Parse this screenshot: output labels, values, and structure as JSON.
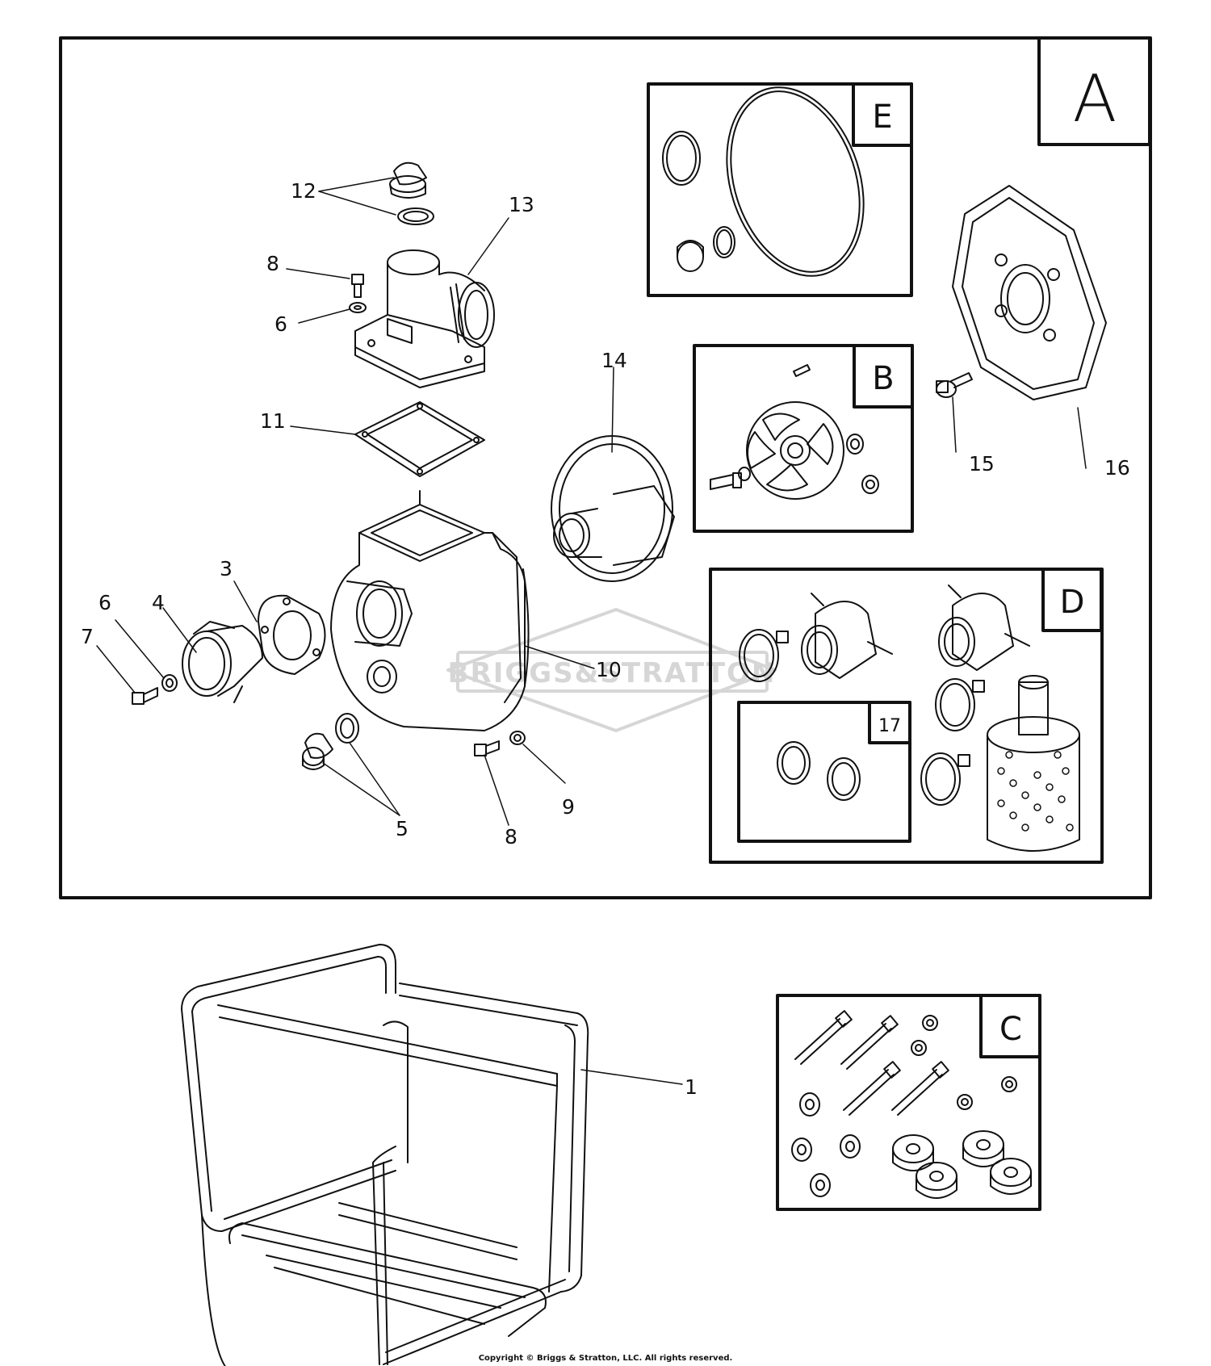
{
  "watermark": "BRIGGS&STRATTON",
  "copyright": "Copyright © Briggs & Stratton, LLC. All rights reserved.",
  "boxes": {
    "A": "A",
    "B": "B",
    "C": "C",
    "D": "D",
    "E": "E",
    "K17": "17"
  },
  "callouts": {
    "c1": "1",
    "c3": "3",
    "c4": "4",
    "c5": "5",
    "c6a": "6",
    "c6b": "6",
    "c7": "7",
    "c8a": "8",
    "c8b": "8",
    "c9": "9",
    "c10": "10",
    "c11": "11",
    "c12": "12",
    "c13": "13",
    "c14": "14",
    "c15": "15",
    "c16": "16"
  },
  "colors": {
    "line": "#111111",
    "watermark": "#d6d6d6"
  }
}
